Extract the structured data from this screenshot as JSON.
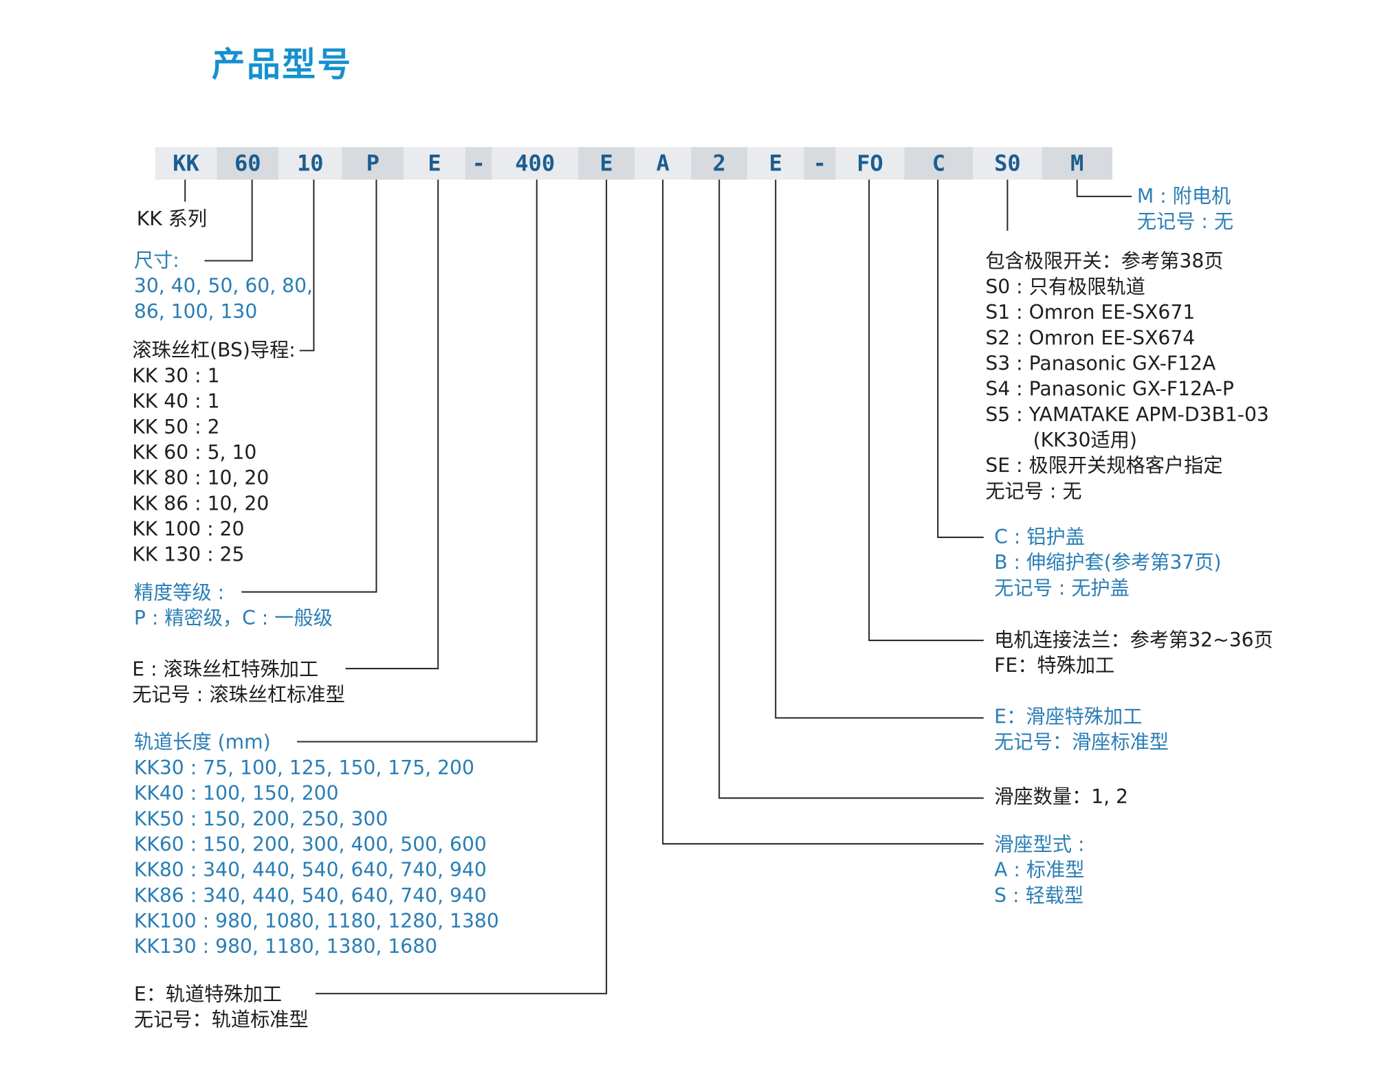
{
  "title": "产品型号",
  "code_segments": [
    "KK",
    "60",
    "10",
    "P",
    "E",
    "-",
    "400",
    "E",
    "A",
    "2",
    "E",
    "-",
    "FO",
    "C",
    "S0",
    "M"
  ],
  "left": {
    "series": [
      "KK 系列"
    ],
    "size": [
      "尺寸:",
      "30, 40, 50, 60, 80,",
      "86, 100, 130"
    ],
    "lead": [
      "滚珠丝杠(BS)导程:",
      "KK 30 : 1",
      "KK 40 : 1",
      "KK 50 : 2",
      "KK 60 :  5, 10",
      "KK 80 : 10, 20",
      "KK 86 :  10, 20",
      "KK 100 :  20",
      "KK 130 :  25"
    ],
    "precision": [
      "精度等级 :",
      "P : 精密级，C : 一般级"
    ],
    "bs_special": [
      "E : 滚珠丝杠特殊加工",
      "无记号 : 滚珠丝杠标准型"
    ],
    "rail_length": [
      "轨道长度 (mm)",
      "KK30 : 75, 100, 125, 150, 175, 200",
      "KK40 : 100, 150, 200",
      "KK50 : 150, 200, 250, 300",
      "KK60 : 150, 200, 300,  400,  500, 600",
      "KK80 : 340, 440, 540, 640, 740, 940",
      "KK86 : 340, 440, 540, 640, 740, 940",
      "KK100 : 980, 1080, 1180, 1280, 1380",
      "KK130 : 980, 1180, 1380, 1680"
    ],
    "rail_special": [
      "E：轨道特殊加工",
      "无记号：轨道标准型"
    ]
  },
  "right": {
    "motor": [
      "M : 附电机",
      "无记号 : 无"
    ],
    "limit_switch": [
      "包含极限开关：参考第38页",
      "S0 :  只有极限轨道",
      "S1 :  Omron EE-SX671",
      "S2 :  Omron EE-SX674",
      "S3 :  Panasonic GX-F12A",
      "S4 :  Panasonic GX-F12A-P",
      "S5 :  YAMATAKE APM-D3B1-03",
      "(KK30适用)",
      "SE :  极限开关规格客户指定",
      "无记号 : 无"
    ],
    "cover": [
      "C :  铝护盖",
      "B :  伸缩护套(参考第37页)",
      "无记号 :  无护盖"
    ],
    "flange": [
      "电机连接法兰：参考第32~36页",
      "FE：特殊加工"
    ],
    "slider_special": [
      "E：滑座特殊加工",
      "无记号：滑座标准型"
    ],
    "slider_count": [
      "滑座数量：1, 2"
    ],
    "slider_type": [
      "滑座型式 :",
      "A : 标准型",
      "S : 轻载型"
    ]
  }
}
